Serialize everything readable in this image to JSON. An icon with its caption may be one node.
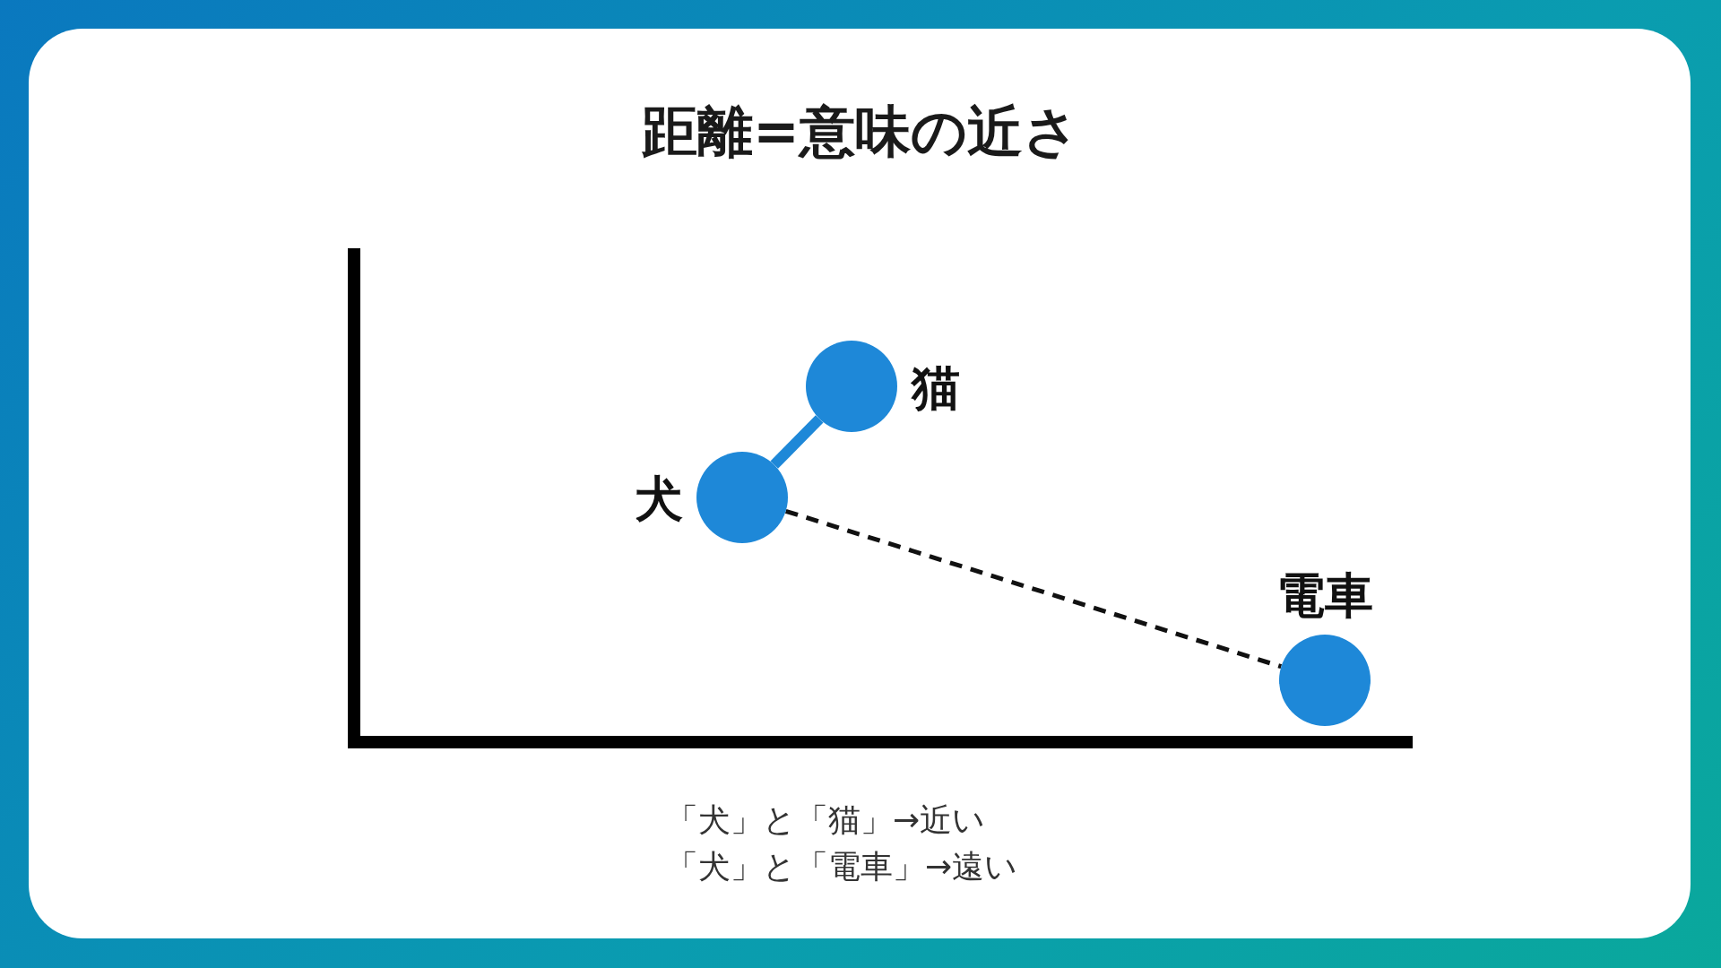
{
  "diagram": {
    "title": "距離=意味の近さ",
    "nodes": [
      {
        "text": [],
        "shape": "circle",
        "beside": [
          "猫"
        ]
      },
      {
        "text": [],
        "shape": "circle",
        "beside": [
          "犬"
        ]
      },
      {
        "text": [],
        "shape": "circle",
        "beside": [
          "電車"
        ]
      }
    ],
    "edges": [
      {
        "from": 1,
        "to": 0,
        "arrow": "none",
        "style": "thick",
        "color": "#1e88d8"
      },
      {
        "from": 1,
        "to": 2,
        "arrow": "none",
        "style": "dashed",
        "color": "#111111"
      }
    ],
    "labels": [
      "「犬」と「猫」→近い",
      "「犬」と「電車」→遠い"
    ]
  }
}
